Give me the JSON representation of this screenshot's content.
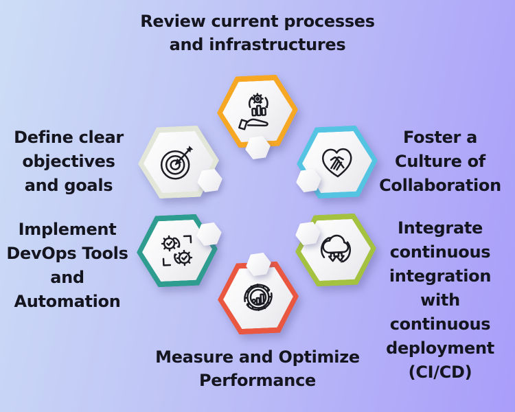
{
  "colors": {
    "background_start": "#cdddf6",
    "background_end": "#a99dfa",
    "text": "#15151f",
    "hex_inner": "#ffffff",
    "step_yellow": "#f6a825",
    "step_pale_sage": "#e3e7d9",
    "step_cyan": "#55c4e2",
    "step_teal": "#2e9c8e",
    "step_lime": "#a4c13f",
    "step_red": "#ea5741"
  },
  "steps": [
    {
      "id": "review-processes",
      "label": "Review current processes\nand infrastructures",
      "icon": "hand-gear-chart-icon",
      "color": "#f6a825",
      "position": "top"
    },
    {
      "id": "define-objectives",
      "label": "Define clear\nobjectives\nand goals",
      "icon": "target-arrow-icon",
      "color": "#e3e7d9",
      "position": "upper-left"
    },
    {
      "id": "foster-collaboration",
      "label": "Foster a\nCulture of\nCollaboration",
      "icon": "hands-heart-icon",
      "color": "#55c4e2",
      "position": "upper-right"
    },
    {
      "id": "devops-tools",
      "label": "Implement\nDevOps Tools\nand\nAutomation",
      "icon": "gears-sync-icon",
      "color": "#2e9c8e",
      "position": "lower-left"
    },
    {
      "id": "ci-cd",
      "label": "Integrate\ncontinuous\nintegration\nwith\ncontinuous\ndeployment\n(CI/CD)",
      "icon": "cloud-deploy-icon",
      "color": "#a4c13f",
      "position": "lower-right"
    },
    {
      "id": "measure-performance",
      "label": "Measure and Optimize\nPerformance",
      "icon": "gear-chart-icon",
      "color": "#ea5741",
      "position": "bottom"
    }
  ]
}
